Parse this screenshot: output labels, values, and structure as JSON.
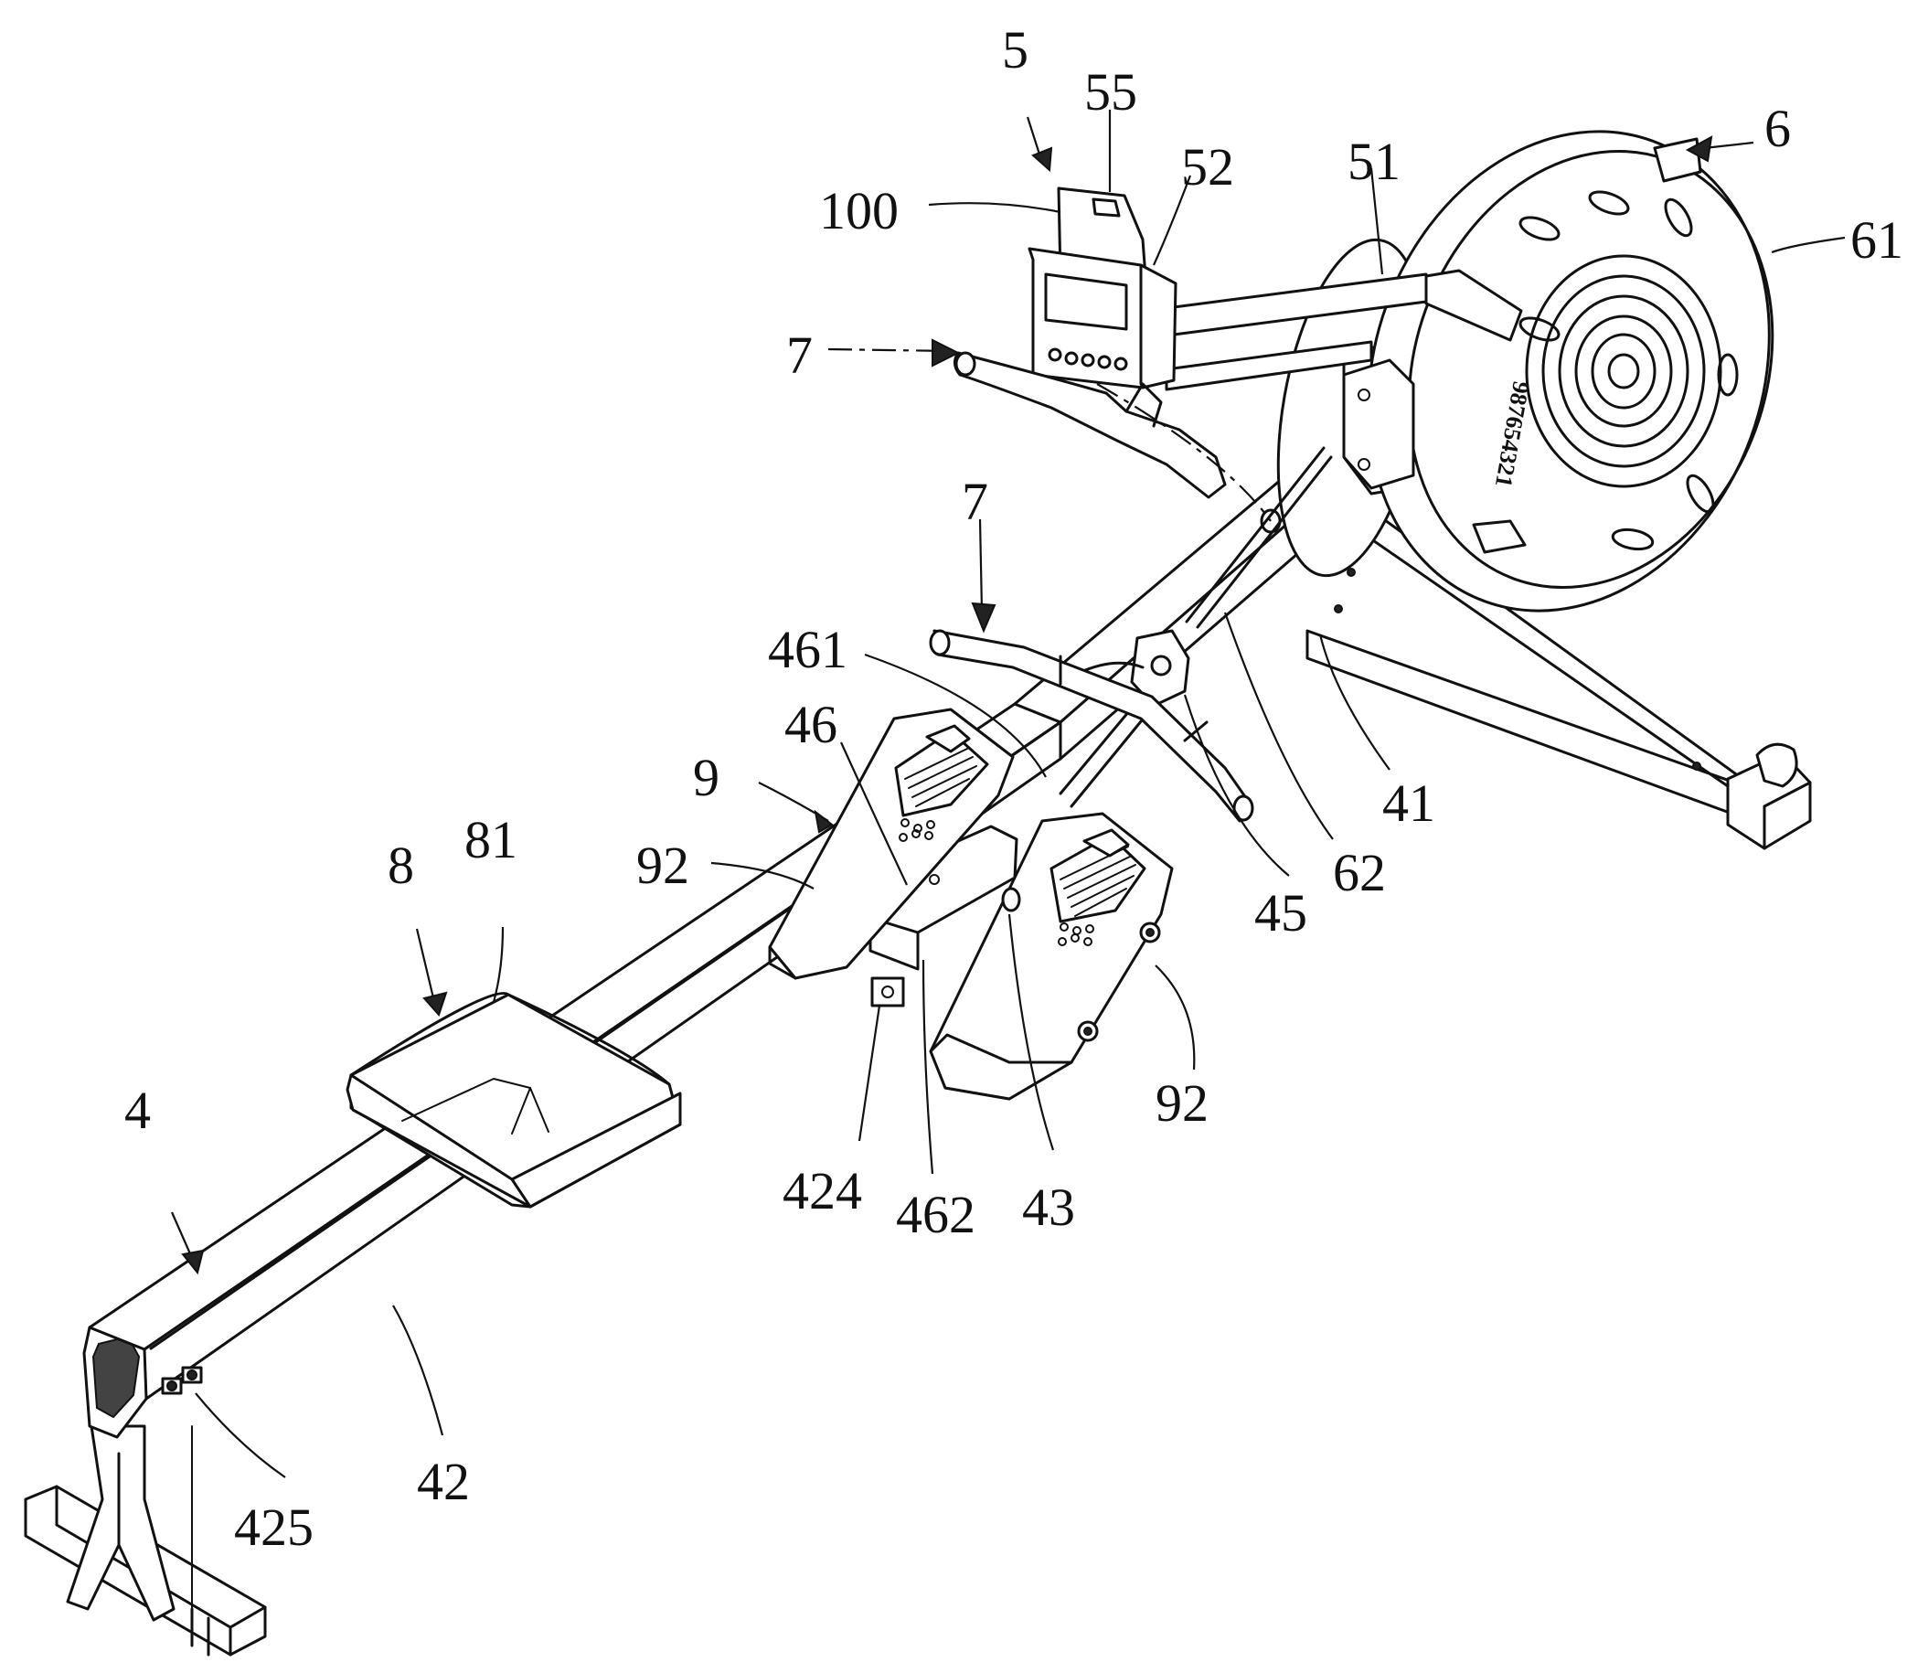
{
  "figure": {
    "wheel_number_text": "987654321",
    "labels": [
      {
        "id": "5",
        "text": "5"
      },
      {
        "id": "55",
        "text": "55"
      },
      {
        "id": "100",
        "text": "100"
      },
      {
        "id": "52",
        "text": "52"
      },
      {
        "id": "51",
        "text": "51"
      },
      {
        "id": "6",
        "text": "6"
      },
      {
        "id": "61",
        "text": "61"
      },
      {
        "id": "7a",
        "text": "7"
      },
      {
        "id": "7b",
        "text": "7"
      },
      {
        "id": "461",
        "text": "461"
      },
      {
        "id": "46",
        "text": "46"
      },
      {
        "id": "9",
        "text": "9"
      },
      {
        "id": "92a",
        "text": "92"
      },
      {
        "id": "8",
        "text": "8"
      },
      {
        "id": "81",
        "text": "81"
      },
      {
        "id": "41",
        "text": "41"
      },
      {
        "id": "62",
        "text": "62"
      },
      {
        "id": "45",
        "text": "45"
      },
      {
        "id": "92b",
        "text": "92"
      },
      {
        "id": "4",
        "text": "4"
      },
      {
        "id": "424",
        "text": "424"
      },
      {
        "id": "462",
        "text": "462"
      },
      {
        "id": "43",
        "text": "43"
      },
      {
        "id": "42",
        "text": "42"
      },
      {
        "id": "425",
        "text": "425"
      }
    ]
  }
}
